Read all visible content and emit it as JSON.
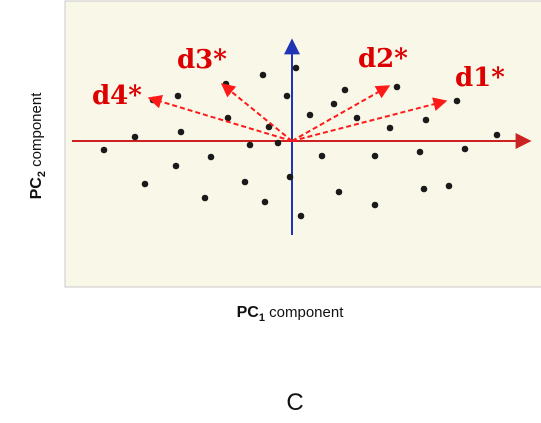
{
  "axes": {
    "x_title": {
      "prefix": "PC",
      "subscript": "1",
      "suffix": " component"
    },
    "y_title": {
      "prefix": "PC",
      "subscript": "2",
      "suffix": " component"
    }
  },
  "direction_labels": [
    "d1*",
    "d2*",
    "d3*",
    "d4*"
  ],
  "panel_label": "C",
  "colors": {
    "plot_background": "#f9f8e8",
    "plot_border": "#c9c9c9",
    "horizontal_axis": "#cc2222",
    "vertical_axis": "#1f35b5",
    "direction_arrows": "#ff1a1a",
    "direction_labels": "#dd0000",
    "points": "#1a1a1a"
  }
}
